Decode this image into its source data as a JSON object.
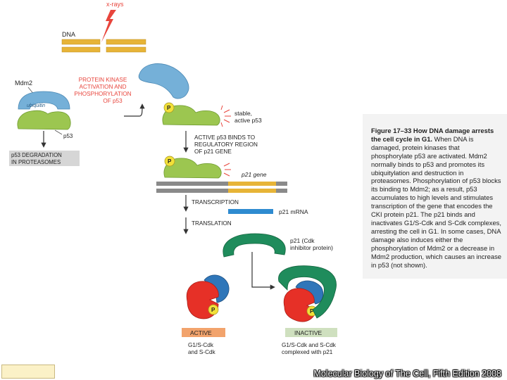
{
  "diagram": {
    "xrays_label": "x-rays",
    "dna_label": "DNA",
    "mdm2_label": "Mdm2",
    "kinase_label_line1": "PROTEIN KINASE",
    "kinase_label_line2": "ACTIVATION AND",
    "kinase_label_line3": "PHOSPHORYLATION",
    "kinase_label_line4": "OF p53",
    "ubiquitin_label": "ubiquitin",
    "p53_label": "p53",
    "degradation_line1": "p53 DEGRADATION",
    "degradation_line2": "IN PROTEASOMES",
    "stable_line1": "stable,",
    "stable_line2": "active p53",
    "binds_line1": "ACTIVE p53 BINDS TO",
    "binds_line2": "REGULATORY REGION",
    "binds_line3": "OF p21 GENE",
    "p21_gene_label": "p21 gene",
    "transcription_label": "TRANSCRIPTION",
    "p21_mrna_label": "p21 mRNA",
    "translation_label": "TRANSLATION",
    "p21_protein_line1": "p21 (Cdk",
    "p21_protein_line2": "inhibitor protein)",
    "phospho_symbol": "P",
    "active_label": "ACTIVE",
    "inactive_label": "INACTIVE",
    "active_desc_line1": "G1/S-Cdk",
    "active_desc_line2": "and S-Cdk",
    "inactive_desc_line1": "G1/S-Cdk and S-Cdk",
    "inactive_desc_line2": "complexed with p21",
    "colors": {
      "label_red": "#e8453c",
      "dna_gold": "#e7b437",
      "p53_green": "#9cc650",
      "mdm2_blue": "#75b0d8",
      "p21_green": "#1f8c5c",
      "cdk_red": "#e63027",
      "cyclin_blue": "#2f76b9",
      "phosphate_yellow": "#f2e039",
      "mrna_blue": "#2e8bd0"
    }
  },
  "caption": {
    "figure_title": "Figure 17–33 How DNA damage arrests the cell cycle in G1.",
    "body": "When DNA is damaged, protein kinases that phosphorylate p53 are activated. Mdm2 normally binds to p53 and promotes its ubiquitylation and destruction in proteasomes. Phosphorylation of p53 blocks its binding to Mdm2; as a result, p53 accumulates to high levels and stimulates transcription of the gene that encodes the CKI protein p21. The p21 binds and inactivates G1/S-Cdk and S-Cdk complexes, arresting the cell in G1. In some cases, DNA damage also induces either the phosphorylation of Mdm2 or a decrease in Mdm2 production, which causes an increase in p53 (not shown)."
  },
  "footer": {
    "credit": "Molecular Biology of The Cell, Fifth Edition 2008"
  }
}
